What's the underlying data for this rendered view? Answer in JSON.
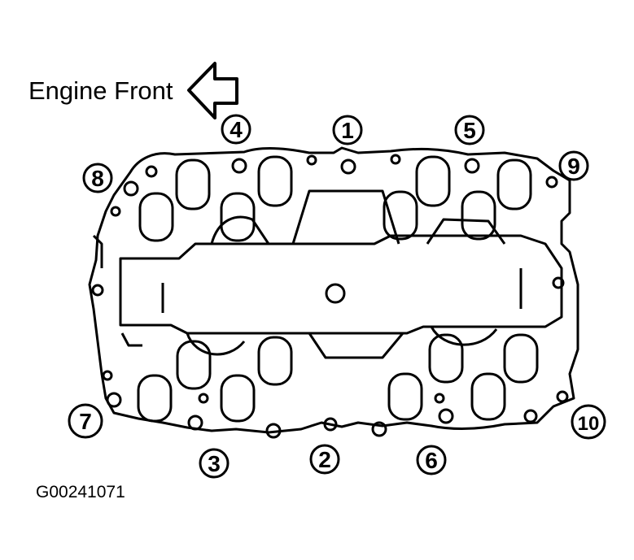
{
  "diagram": {
    "direction_label": "Engine Front",
    "figure_id": "G00241071",
    "bolt_callouts": [
      "1",
      "2",
      "3",
      "4",
      "5",
      "6",
      "7",
      "8",
      "9",
      "10"
    ],
    "line_color": "#000000",
    "background": "#ffffff"
  }
}
